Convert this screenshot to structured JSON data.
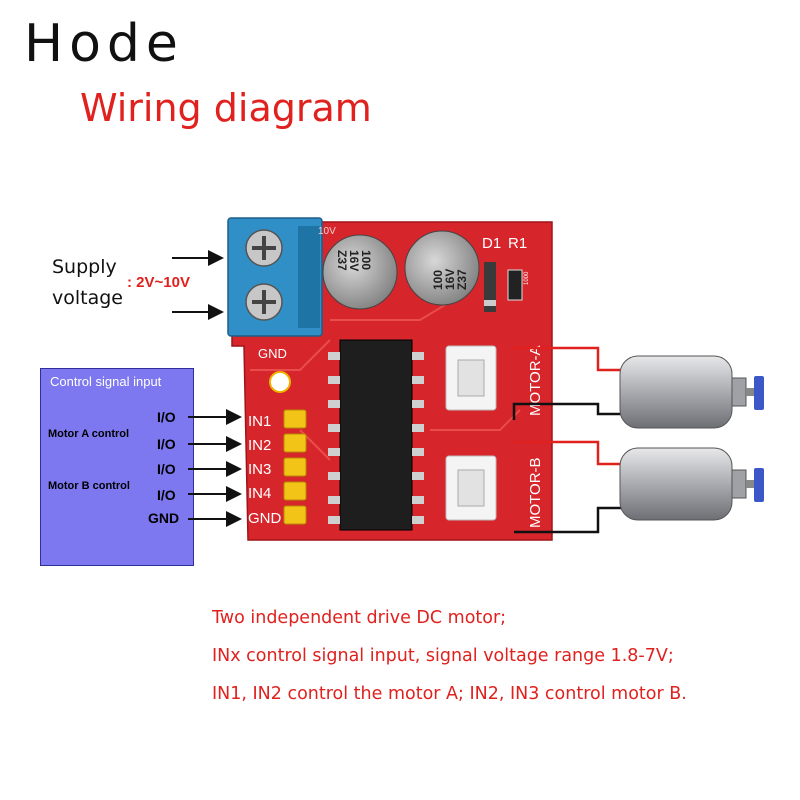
{
  "brand": "Hode",
  "title": "Wiring diagram",
  "supply": {
    "line1": "Supply",
    "line2": "voltage",
    "range": ": 2V~10V"
  },
  "control": {
    "header": "Control signal input",
    "motor_a": "Motor A  control",
    "motor_b": "Motor B control",
    "pins": [
      "I/O",
      "I/O",
      "I/O",
      "I/O",
      "GND"
    ]
  },
  "board": {
    "header_pins": [
      "IN1",
      "IN2",
      "IN3",
      "IN4",
      "GND"
    ],
    "gnd_label": "GND",
    "silk_10v": "10V",
    "d1": "D1",
    "r1": "R1",
    "motor_a": "MOTOR-A",
    "motor_b": "MOTOR-B",
    "cap_text": [
      "100",
      "16V",
      "Z37"
    ],
    "resistor_code": "1000"
  },
  "notes": [
    "Two independent drive DC motor;",
    "INx control signal input, signal voltage range 1.8-7V;",
    "IN1, IN2 control the motor A; IN2, IN3 control motor B."
  ]
}
